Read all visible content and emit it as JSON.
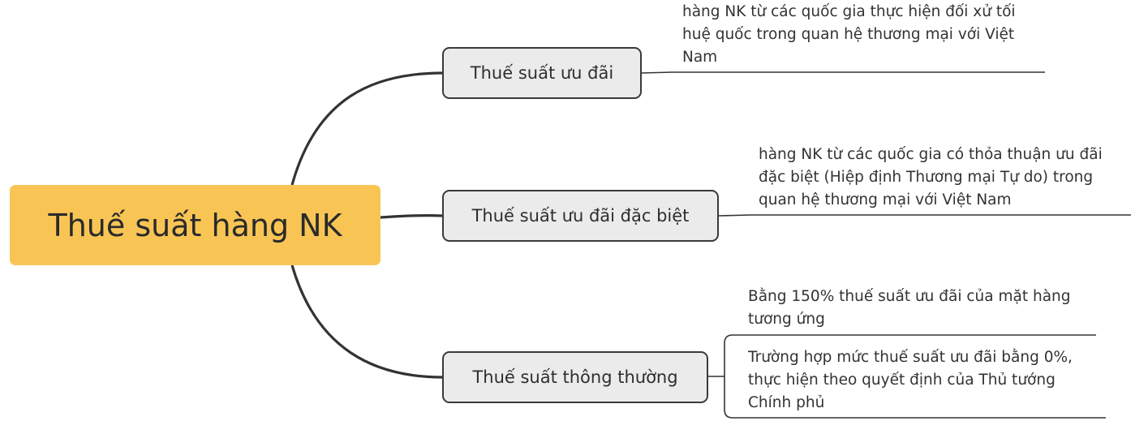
{
  "mindmap": {
    "root": {
      "label": "Thuế suất hàng NK"
    },
    "branches": [
      {
        "label": "Thuế suất ưu đãi",
        "leaves": [
          {
            "text": "hàng NK từ các quốc gia thực hiện đối xử tối huệ quốc trong quan hệ thương mại với Việt Nam"
          }
        ]
      },
      {
        "label": "Thuế suất ưu đãi đặc biệt",
        "leaves": [
          {
            "text": "hàng NK từ các quốc gia có thỏa thuận ưu đãi đặc biệt (Hiệp định Thương mại Tự do) trong quan hệ thương mại với Việt Nam"
          }
        ]
      },
      {
        "label": "Thuế suất thông thường",
        "leaves": [
          {
            "text": "Bằng 150% thuế suất ưu đãi của mặt hàng tương ứng"
          },
          {
            "text": "Trường hợp mức thuế suất ưu đãi bằng 0%, thực hiện theo quyết định của Thủ tướng Chính phủ"
          }
        ]
      }
    ],
    "colors": {
      "root_fill": "#f8c555",
      "branch_fill": "#ebebeb",
      "line": "#333333"
    }
  }
}
